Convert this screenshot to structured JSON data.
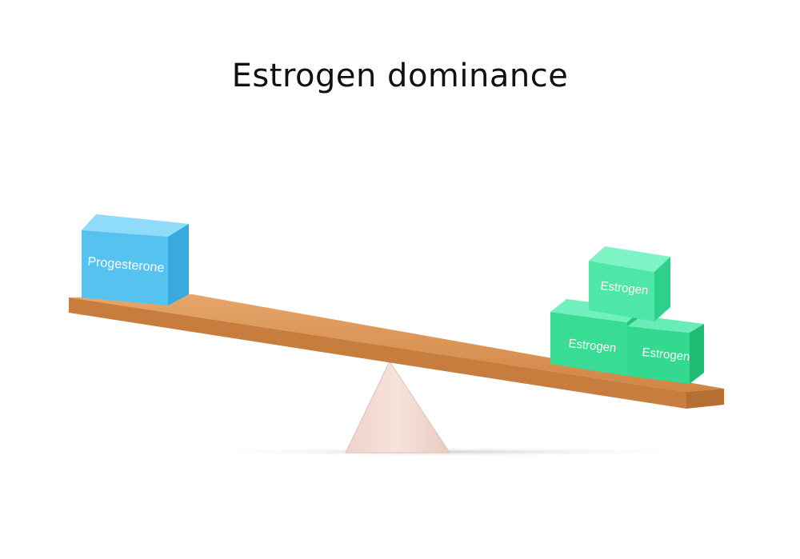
{
  "title": "Estrogen dominance",
  "left_side": {
    "blocks": [
      {
        "label": "Progesterone",
        "color": "#4fc0ee"
      }
    ]
  },
  "right_side": {
    "blocks": [
      {
        "label": "Estrogen",
        "color": "#3fe0a0"
      },
      {
        "label": "Estrogen",
        "color": "#3fe0a0"
      },
      {
        "label": "Estrogen",
        "color": "#3fe0a0"
      }
    ]
  },
  "colors": {
    "plank": "#d2894a",
    "fulcrum": "#f2dbd3"
  }
}
